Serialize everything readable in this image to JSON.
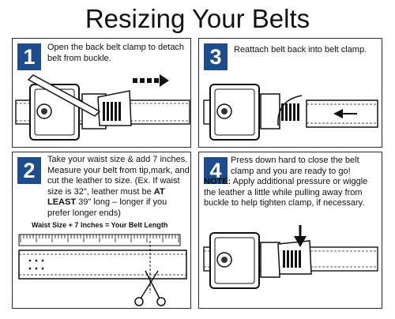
{
  "title": "Resizing Your Belts",
  "steps": [
    {
      "number": "1",
      "text": "Open the back belt clamp to detach belt from buckle."
    },
    {
      "number": "2",
      "text_a": "Take your waist size & add 7 inches.  Measure your belt from tip,mark, and cut the leather to size. (Ex. If waist size is 32\", leather must be ",
      "text_bold": "AT LEAST",
      "text_b": " 39\" long – longer if you prefer longer ends)"
    },
    {
      "number": "3",
      "text": "Reattach belt back into belt clamp."
    },
    {
      "number": "4",
      "text_a": "Press down hard to close the belt clamp and you are ready to go!",
      "note_label": "NOTE:",
      "note_text": " Apply additional pressure or wiggle the leather a little while pulling away from buckle to help tighten clamp, if necessary."
    }
  ],
  "measure_label": "Waist Size + 7 Inches = Your Belt Length",
  "colors": {
    "badge": "#1d4d8c",
    "line": "#2a2a2a"
  }
}
